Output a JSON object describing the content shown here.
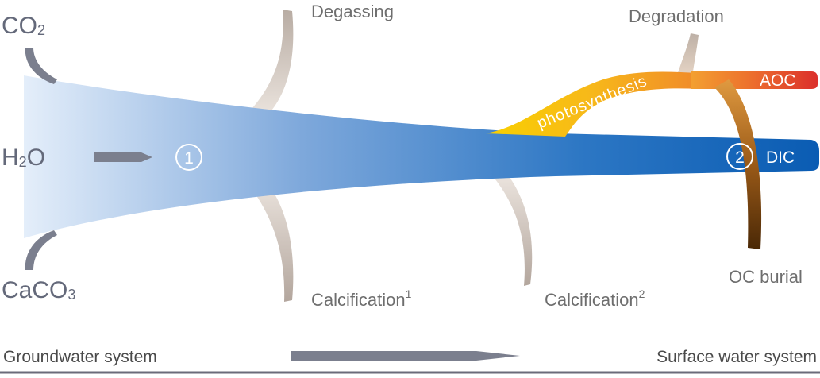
{
  "inputs": {
    "co2_main": "CO",
    "co2_sub": "2",
    "h2o_h": "H",
    "h2o_sub": "2",
    "h2o_o": "O",
    "caco3_main": "CaCO",
    "caco3_sub": "3"
  },
  "processes": {
    "degassing": "Degassing",
    "degradation": "Degradation",
    "calcification1": "Calcification",
    "calcification1_sup": "1",
    "calcification2": "Calcification",
    "calcification2_sup": "2",
    "oc_burial": "OC burial",
    "photosynthesis": "photosynthesis"
  },
  "pools": {
    "marker1": "1",
    "marker2": "2",
    "dic": "DIC",
    "aoc": "AOC"
  },
  "systems": {
    "groundwater": "Groundwater system",
    "surface": "Surface water system"
  },
  "colors": {
    "flow_start": "#d6e6f7",
    "flow_end": "#0a5cb3",
    "photosynthesis": "#f7c600",
    "aoc": "#e0372a",
    "burial": "#5a3208",
    "process_arrow": "#c9bdb3",
    "input_arrow": "#7b7f8e"
  }
}
